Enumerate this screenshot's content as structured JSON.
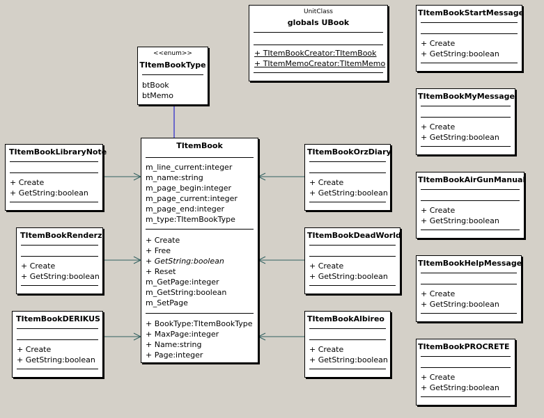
{
  "classes": {
    "ubook": {
      "stereotype": "UnitClass",
      "name": "globals UBook",
      "ops": [
        "+ TItemBookCreator:TItemBook",
        "+ TItemMemoCreator:TItemMemo"
      ]
    },
    "booktype": {
      "stereotype": "<<enum>>",
      "name": "TItemBookType",
      "values": [
        "btBook",
        "btMemo"
      ]
    },
    "itembook": {
      "name": "TItemBook",
      "fields": [
        "m_line_current:integer",
        "m_name:string",
        "m_page_begin:integer",
        "m_page_current:integer",
        "m_page_end:integer",
        "m_type:TItemBookType"
      ],
      "methods": [
        "+ Create",
        "+ Free",
        "+ GetString:boolean",
        "+ Reset",
        "m_GetPage:integer",
        "m_GetString:boolean",
        "m_SetPage"
      ],
      "props": [
        "+ BookType:TItemBookType",
        "+ MaxPage:integer",
        "+ Name:string",
        "+ Page:integer"
      ]
    },
    "librarynote": {
      "name": "TItemBookLibraryNote",
      "ops": [
        "+ Create",
        "+ GetString:boolean"
      ]
    },
    "renderz": {
      "name": "TItemBookRenderz",
      "ops": [
        "+ Create",
        "+ GetString:boolean"
      ]
    },
    "derikus": {
      "name": "TItemBookDERIKUS",
      "ops": [
        "+ Create",
        "+ GetString:boolean"
      ]
    },
    "orzdiary": {
      "name": "TItemBookOrzDiary",
      "ops": [
        "+ Create",
        "+ GetString:boolean"
      ]
    },
    "deadworld": {
      "name": "TItemBookDeadWorld",
      "ops": [
        "+ Create",
        "+ GetString:boolean"
      ]
    },
    "albireo": {
      "name": "TItemBookAlbireo",
      "ops": [
        "+ Create",
        "+ GetString:boolean"
      ]
    },
    "startmessage": {
      "name": "TItemBookStartMessage",
      "ops": [
        "+ Create",
        "+ GetString:boolean"
      ]
    },
    "mymessage": {
      "name": "TItemBookMyMessage",
      "ops": [
        "+ Create",
        "+ GetString:boolean"
      ]
    },
    "airgunmanual": {
      "name": "TItemBookAirGunManual",
      "ops": [
        "+ Create",
        "+ GetString:boolean"
      ]
    },
    "helpmessage": {
      "name": "TItemBookHelpMessage",
      "ops": [
        "+ Create",
        "+ GetString:boolean"
      ]
    },
    "procrete": {
      "name": "TItemBookPROCRETE",
      "ops": [
        "+ Create",
        "+ GetString:boolean"
      ]
    }
  },
  "colors": {
    "background": "#d4d0c8",
    "inheritance_line": "#2f5f5f",
    "association_line": "#0000cc"
  }
}
